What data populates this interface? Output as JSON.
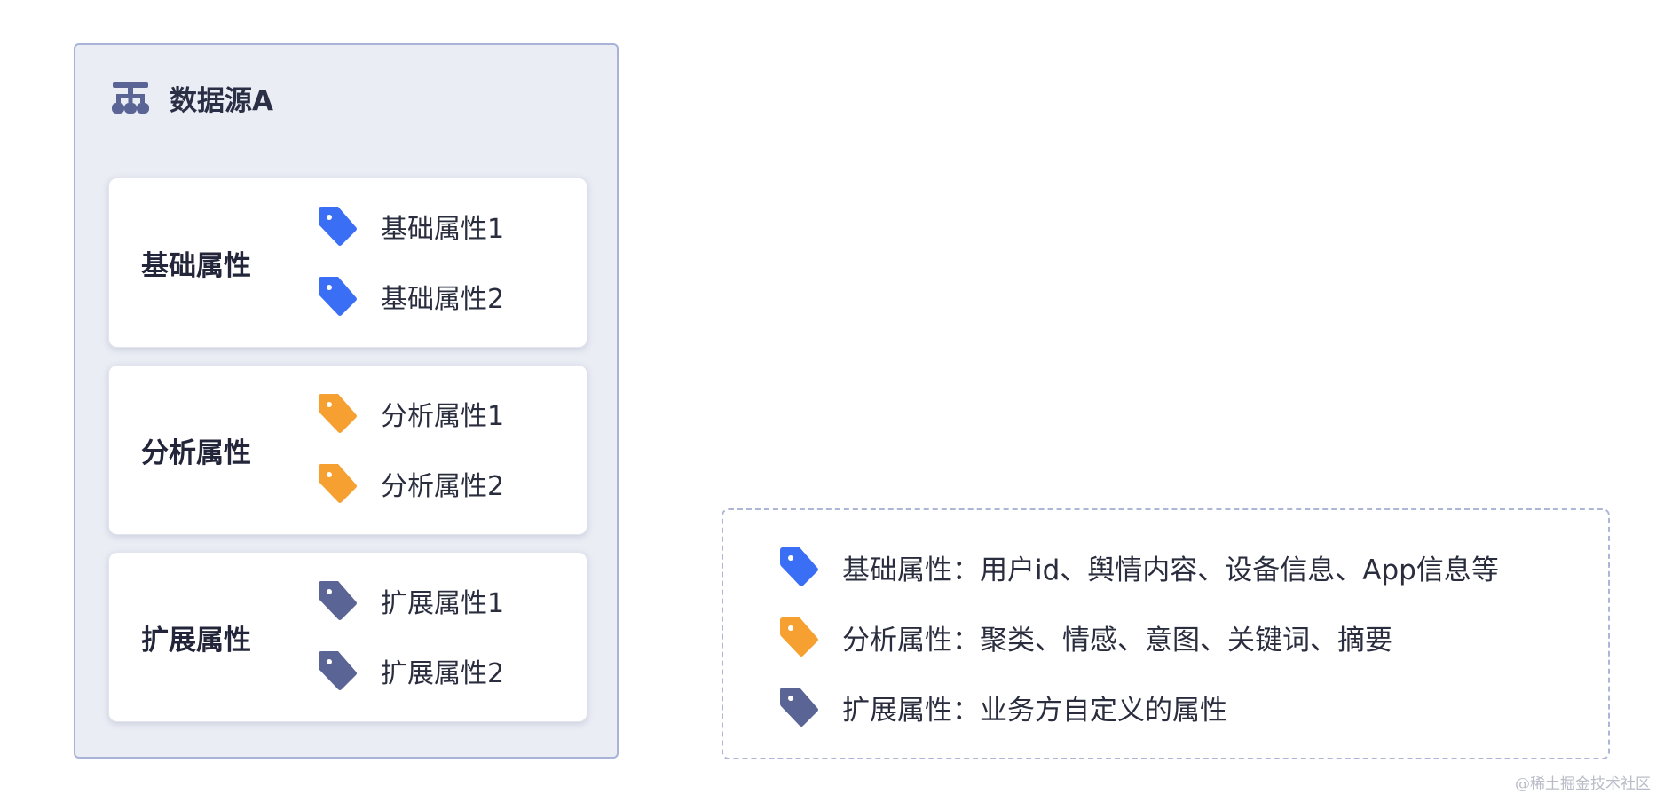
{
  "source": {
    "title": "数据源A",
    "icon": "hierarchy-icon",
    "icon_color": "#5b6595",
    "panel_bg": "#eaedf4",
    "panel_border": "#a9b3d7"
  },
  "groups": [
    {
      "title": "基础属性",
      "color": "#3a6ef5",
      "items": [
        "基础属性1",
        "基础属性2"
      ]
    },
    {
      "title": "分析属性",
      "color": "#f5a030",
      "items": [
        "分析属性1",
        "分析属性2"
      ]
    },
    {
      "title": "扩展属性",
      "color": "#5b6595",
      "items": [
        "扩展属性1",
        "扩展属性2"
      ]
    }
  ],
  "legend": [
    {
      "color": "#3a6ef5",
      "icon": "tag-icon",
      "text": "基础属性：用户id、舆情内容、设备信息、App信息等"
    },
    {
      "color": "#f5a030",
      "icon": "tag-icon",
      "text": "分析属性：聚类、情感、意图、关键词、摘要"
    },
    {
      "color": "#5b6595",
      "icon": "tag-icon",
      "text": "扩展属性：业务方自定义的属性"
    }
  ],
  "watermark": "@稀土掘金技术社区"
}
